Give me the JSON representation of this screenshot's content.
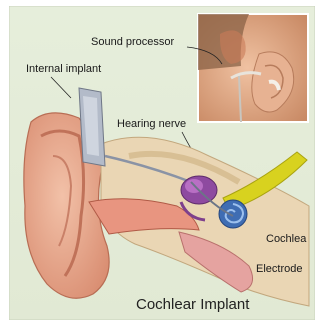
{
  "labels": {
    "sound_processor": "Sound processor",
    "internal_implant": "Internal implant",
    "hearing_nerve": "Hearing nerve",
    "cochlea": "Cochlea",
    "electrode": "Electrode"
  },
  "caption": "Cochlear Implant",
  "colors": {
    "background": "#e4ecd9",
    "skin": "#e9a98c",
    "inset_skin": "#d9a07d",
    "nerve": "#d8d21f",
    "implant": "#9aa3b3",
    "cochlea_blue": "#3f6db3",
    "bone": "#ead6b4"
  }
}
